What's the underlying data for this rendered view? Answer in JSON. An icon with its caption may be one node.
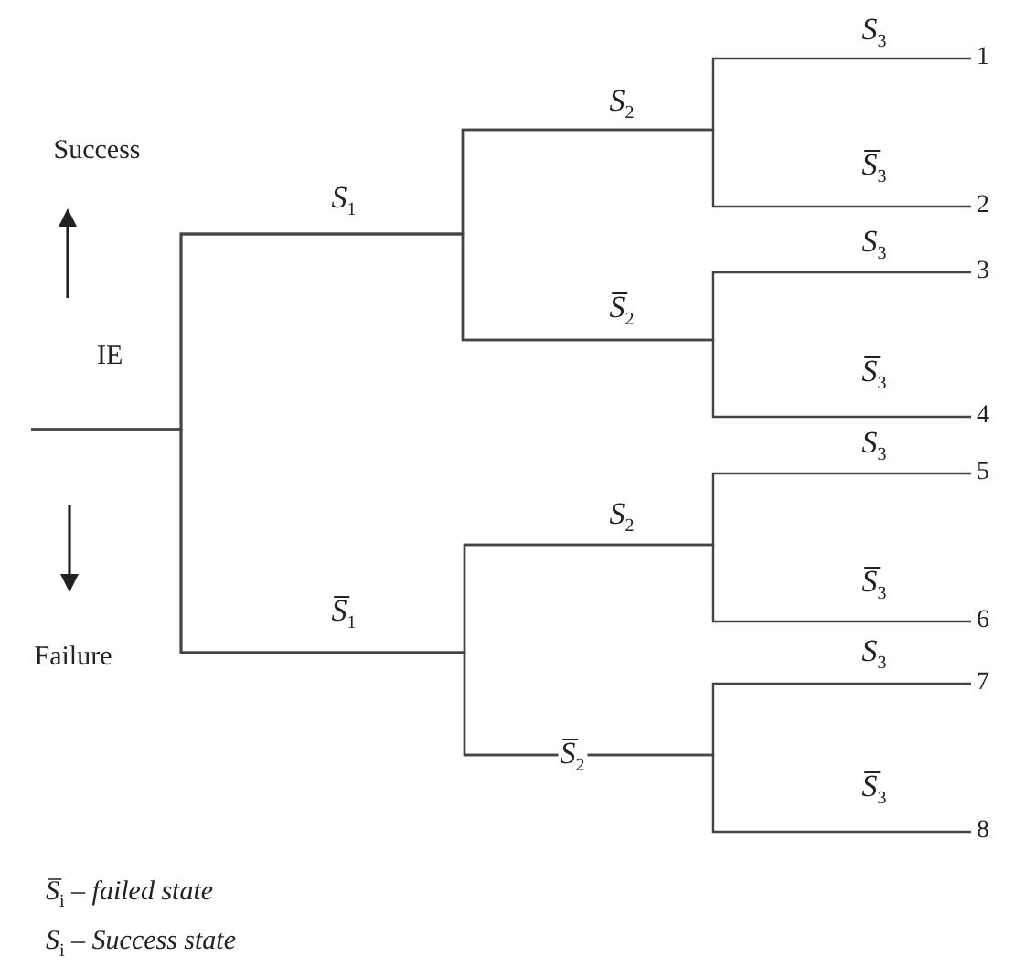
{
  "diagram": {
    "nodes": [
      {
        "text": [
          "IE"
        ]
      },
      {
        "text": [
          "1"
        ]
      },
      {
        "text": [
          "2"
        ]
      },
      {
        "text": [
          "3"
        ]
      },
      {
        "text": [
          "4"
        ]
      },
      {
        "text": [
          "5"
        ]
      },
      {
        "text": [
          "6"
        ]
      },
      {
        "text": [
          "7"
        ]
      },
      {
        "text": [
          "8"
        ]
      }
    ],
    "edges": [
      {
        "from": 0,
        "to": 1,
        "arrow": "none"
      },
      {
        "from": 0,
        "to": 2,
        "arrow": "none"
      },
      {
        "from": 0,
        "to": 3,
        "arrow": "none"
      },
      {
        "from": 0,
        "to": 4,
        "arrow": "none"
      },
      {
        "from": 0,
        "to": 5,
        "arrow": "none"
      },
      {
        "from": 0,
        "to": 6,
        "arrow": "none"
      },
      {
        "from": 0,
        "to": 7,
        "arrow": "none"
      },
      {
        "from": 0,
        "to": 8,
        "arrow": "none"
      }
    ],
    "labels": [
      "*S*$_{3}$",
      "*S*$_{2}$",
      "Success",
      "*S̅*$_{3}$",
      "*S*$_{1}$",
      "*S*$_{3}$",
      "*S̅*$_{2}$",
      "*S̅*$_{3}$",
      "*S*$_{3}$",
      "*S*$_{2}$",
      "*S̅*$_{3}$",
      "*S̅*$_{1}$",
      "Failure",
      "*S*$_{3}$",
      "*S̅*$_{2}$",
      "*S̅*$_{3}$",
      "*S̅*$_{i}$ – *failed state*",
      "*S*$_{i}$ – *Success state*"
    ]
  }
}
